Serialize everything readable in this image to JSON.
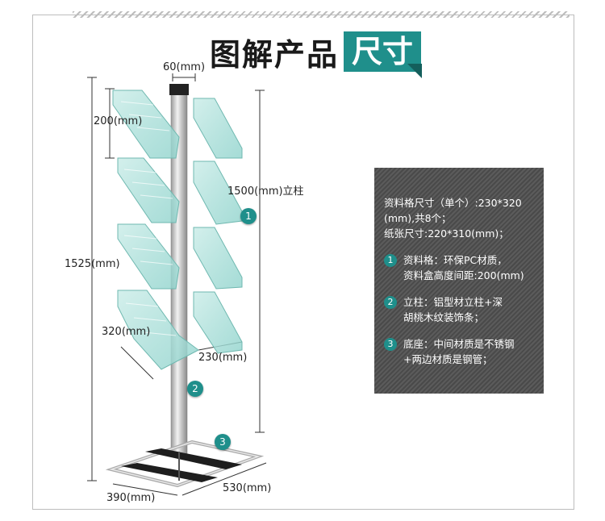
{
  "header": {
    "title_main": "图解产品",
    "title_highlight": "尺寸"
  },
  "dimensions": {
    "top_width": "60(mm)",
    "shelf_height": "200(mm)",
    "column_height": "1500(mm)立柱",
    "total_height": "1525(mm)",
    "pocket_depth": "320(mm)",
    "pocket_width": "230(mm)",
    "base_width": "390(mm)",
    "base_depth": "530(mm)"
  },
  "markers": [
    "1",
    "2",
    "3"
  ],
  "info_panel": {
    "spec_line1": "资料格尺寸（单个）:230*320",
    "spec_line2": "(mm),共8个；",
    "spec_line3": "纸张尺寸:220*310(mm)；",
    "items": [
      {
        "num": "1",
        "line1": "资料格：环保PC材质，",
        "line2": "资料盒高度间距:200(mm)"
      },
      {
        "num": "2",
        "line1": "立柱：铝型材立柱+深",
        "line2": "胡桃木纹装饰条；"
      },
      {
        "num": "3",
        "line1": "底座：中间材质是不锈钢",
        "line2": "+两边材质是钢管；"
      }
    ]
  },
  "colors": {
    "accent": "#1f8f8b",
    "panel": "#4f4f4f"
  }
}
